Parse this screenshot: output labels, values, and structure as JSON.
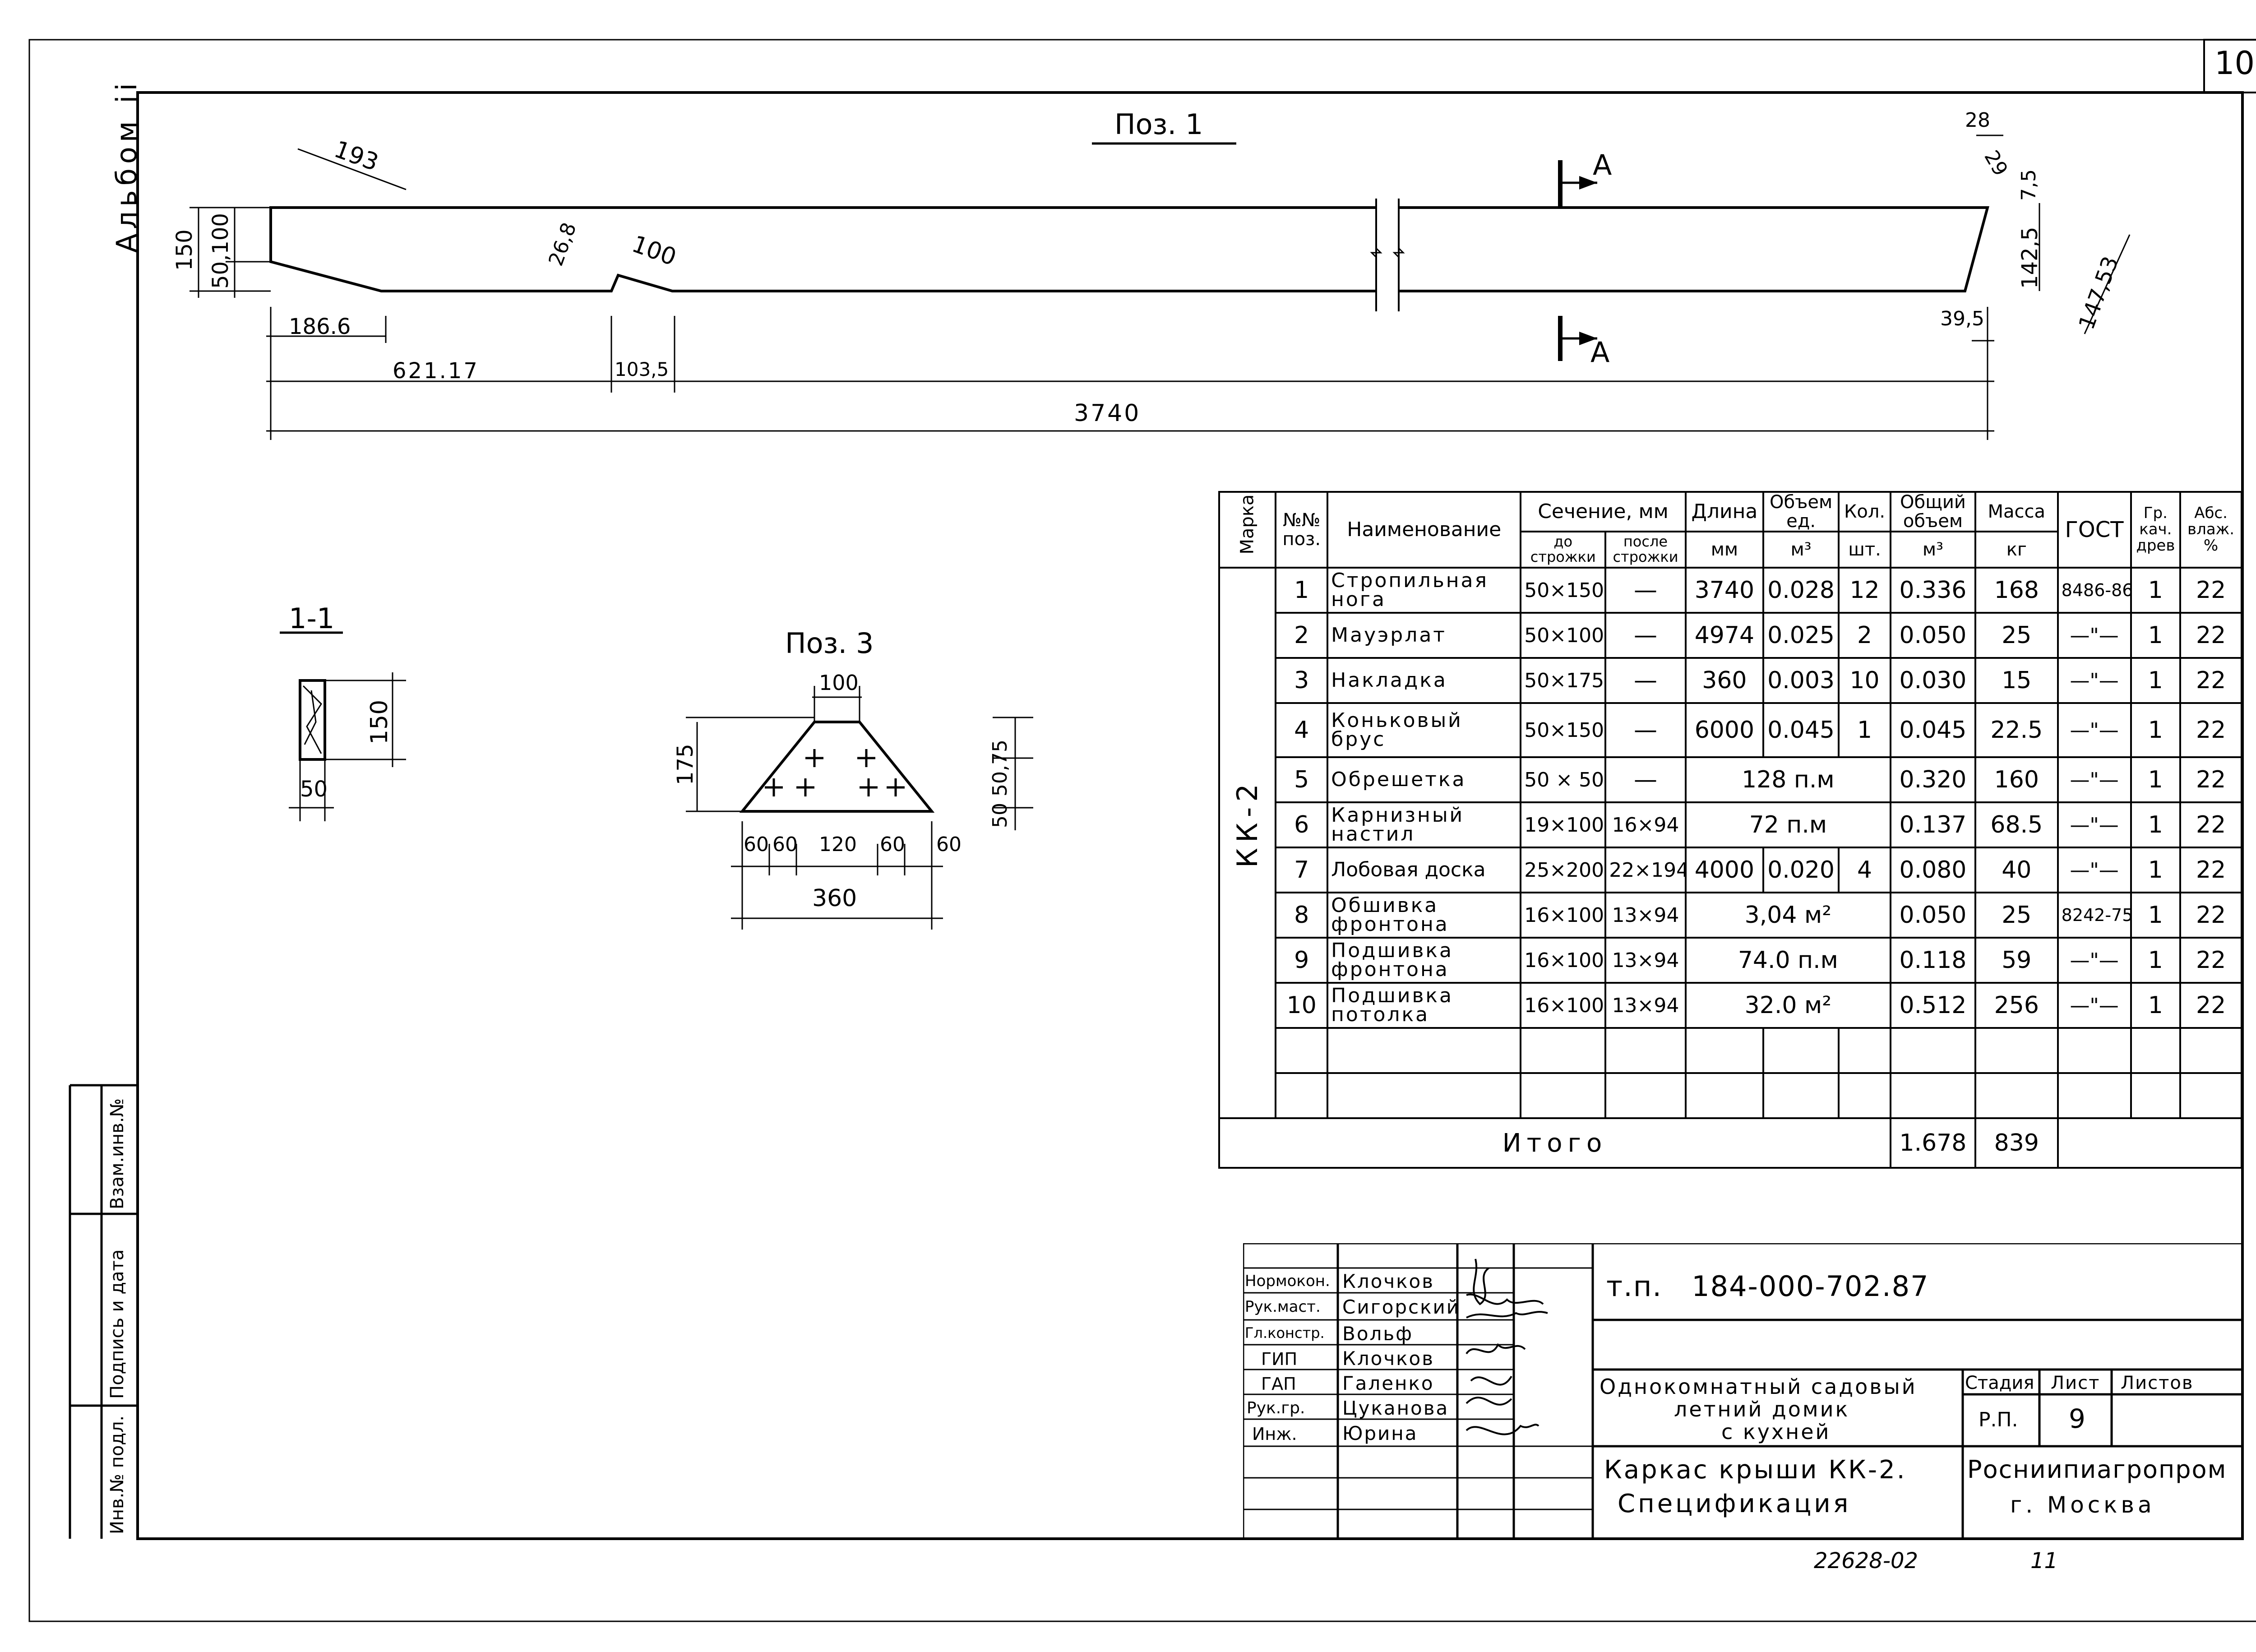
{
  "sheet_number": "10",
  "album_label": "Альбом ii",
  "views": {
    "poz1_title": "Поз. 1",
    "section_mark": "А",
    "section_title": "1-1",
    "poz3_title": "Поз. 3"
  },
  "dimensions": {
    "poz1": {
      "d193": "193",
      "d150": "150",
      "d50_100": "50,100",
      "d26_8": "26,8",
      "d100": "100",
      "d186_6": "186.6",
      "d621_17": "621.17",
      "d103_5": "103,5",
      "d3740": "3740",
      "d28": "28",
      "d29": "29",
      "d7_5": "7,5",
      "d142_5": "142,5",
      "d147_53": "147,53",
      "d39_5": "39,5"
    },
    "section": {
      "h150": "150",
      "w50": "50"
    },
    "poz3": {
      "top100": "100",
      "h175": "175",
      "right": "50 50,75",
      "b60a": "60",
      "b60b": "60",
      "b120": "120",
      "b60c": "60",
      "b60d": "60",
      "total360": "360"
    }
  },
  "spec_table": {
    "headers": {
      "marka": "Марка",
      "poz": "№№ поз.",
      "name": "Наименование",
      "section": "Сечение, мм",
      "before": "до строжки",
      "after": "после строжки",
      "length": "Длина",
      "length_unit": "мм",
      "volume": "Объем ед.",
      "volume_unit": "м³",
      "qty": "Кол.",
      "qty_unit": "шт.",
      "total_volume": "Общий объем",
      "total_volume_unit": "м³",
      "mass": "Масса",
      "mass_unit": "кг",
      "gost": "ГОСТ",
      "grade": "Гр. кач. древ",
      "moisture": "Абс. влаж. %"
    },
    "marka_value": "КК-2",
    "rows": [
      {
        "poz": "1",
        "name": "Стропильная нога",
        "before": "50×150",
        "after": "—",
        "length": "3740",
        "vol": "0.028",
        "qty": "12",
        "total": "0.336",
        "mass": "168",
        "gost": "8486-86",
        "grade": "1",
        "moist": "22"
      },
      {
        "poz": "2",
        "name": "Мауэрлат",
        "before": "50×100",
        "after": "—",
        "length": "4974",
        "vol": "0.025",
        "qty": "2",
        "total": "0.050",
        "mass": "25",
        "gost": "—\"—",
        "grade": "1",
        "moist": "22"
      },
      {
        "poz": "3",
        "name": "Накладка",
        "before": "50×175",
        "after": "—",
        "length": "360",
        "vol": "0.003",
        "qty": "10",
        "total": "0.030",
        "mass": "15",
        "gost": "—\"—",
        "grade": "1",
        "moist": "22"
      },
      {
        "poz": "4",
        "name": "Коньковый брус",
        "before": "50×150",
        "after": "—",
        "length": "6000",
        "vol": "0.045",
        "qty": "1",
        "total": "0.045",
        "mass": "22.5",
        "gost": "—\"—",
        "grade": "1",
        "moist": "22"
      },
      {
        "poz": "5",
        "name": "Обрешетка",
        "before": "50 × 50",
        "after": "—",
        "merged": "128 п.м",
        "total": "0.320",
        "mass": "160",
        "gost": "—\"—",
        "grade": "1",
        "moist": "22"
      },
      {
        "poz": "6",
        "name": "Карнизный настил",
        "before": "19×100",
        "after": "16×94",
        "merged": "72 п.м",
        "total": "0.137",
        "mass": "68.5",
        "gost": "—\"—",
        "grade": "1",
        "moist": "22"
      },
      {
        "poz": "7",
        "name": "Лобовая доска",
        "before": "25×200",
        "after": "22×194",
        "length": "4000",
        "vol": "0.020",
        "qty": "4",
        "total": "0.080",
        "mass": "40",
        "gost": "—\"—",
        "grade": "1",
        "moist": "22"
      },
      {
        "poz": "8",
        "name": "Обшивка фронтона",
        "before": "16×100",
        "after": "13×94",
        "merged": "3,04 м²",
        "total": "0.050",
        "mass": "25",
        "gost": "8242-75",
        "grade": "1",
        "moist": "22"
      },
      {
        "poz": "9",
        "name": "Подшивка фронтона",
        "before": "16×100",
        "after": "13×94",
        "merged": "74.0 п.м",
        "total": "0.118",
        "mass": "59",
        "gost": "—\"—",
        "grade": "1",
        "moist": "22"
      },
      {
        "poz": "10",
        "name": "Подшивка потолка",
        "before": "16×100",
        "after": "13×94",
        "merged": "32.0 м²",
        "total": "0.512",
        "mass": "256",
        "gost": "—\"—",
        "grade": "1",
        "moist": "22"
      }
    ],
    "total_label": "Итого",
    "total_volume": "1.678",
    "total_mass": "839"
  },
  "title_block": {
    "roles": [
      {
        "role": "Нормокон.",
        "name": "Клочков"
      },
      {
        "role": "Рук.маст.",
        "name": "Сигорский"
      },
      {
        "role": "Гл.констр.",
        "name": "Вольф"
      },
      {
        "role": "ГИП",
        "name": "Клочков"
      },
      {
        "role": "ГАП",
        "name": "Галенко"
      },
      {
        "role": "Рук.гр.",
        "name": "Цуканова"
      },
      {
        "role": "Инж.",
        "name": "Юрина"
      }
    ],
    "project_code": "т.п.   184-000-702.87",
    "project_title_1": "Однокомнатный садовый",
    "project_title_2": "летний домик",
    "project_title_3": "с кухней",
    "stage_label": "Стадия",
    "sheet_label": "Лист",
    "sheets_label": "Листов",
    "stage": "Р.П.",
    "sheet": "9",
    "drawing_title_1": "Каркас крыши КК-2.",
    "drawing_title_2": "Спецификация",
    "org_1": "Росниипиагропром",
    "org_2": "г. Москва"
  },
  "side_stamp": {
    "inv": "Инв.№ подл.",
    "sign": "Подпись и дата",
    "vzam": "Взам.инв.№"
  },
  "footer": {
    "archive": "22628-02",
    "page": "11"
  }
}
